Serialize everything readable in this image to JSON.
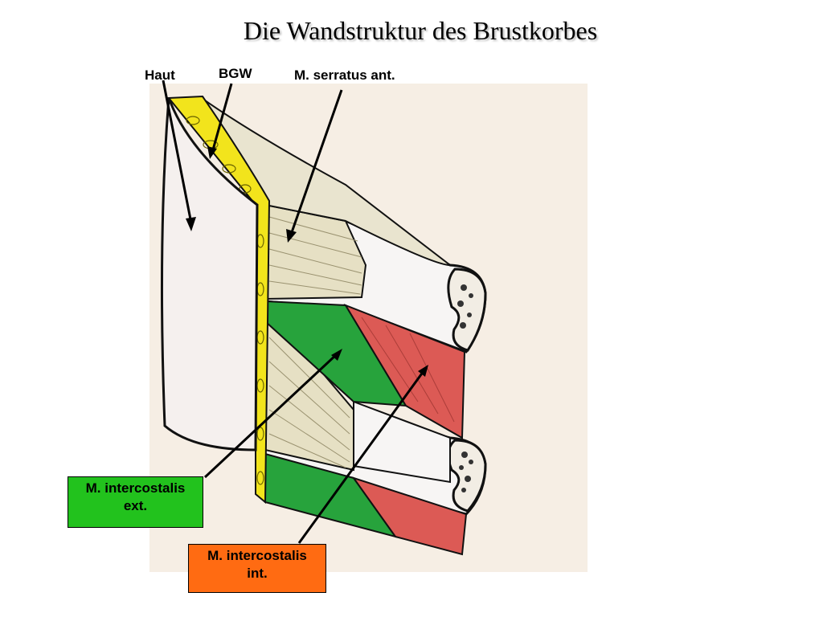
{
  "slide": {
    "title": "Die Wandstruktur des Brustkorbes"
  },
  "labels": {
    "skin": "Haut",
    "connective_tissue": "BGW",
    "serratus": "M. serratus ant."
  },
  "boxes": {
    "intercostalis_ext": {
      "line1": "M. intercostalis",
      "line2": "ext.",
      "color": "#22c21d"
    },
    "intercostalis_int": {
      "line1": "M. intercostalis",
      "line2": "int.",
      "color": "#ff6b12"
    }
  },
  "colors": {
    "background_panel": "#f6eee4",
    "skin": "#f5f0ee",
    "fat_layer": "#f2e41c",
    "serratus_muscle": "#e6e0c4",
    "external_intercostal": "#27a33c",
    "internal_intercostal": "#dc5a55",
    "rib": "#f7f5f4"
  }
}
